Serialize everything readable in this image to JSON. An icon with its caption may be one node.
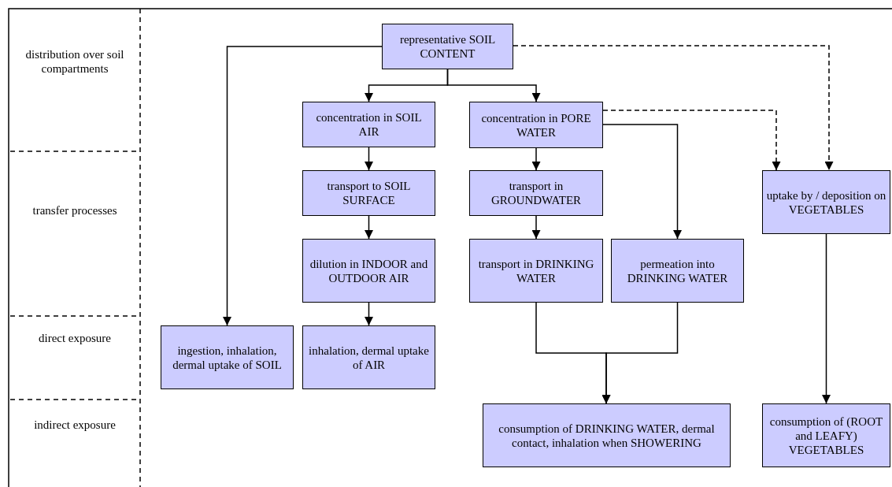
{
  "diagram": {
    "nodes": [
      {
        "text": [
          "representative SOIL CONTENT"
        ]
      },
      {
        "text": [
          "concentration in SOIL AIR"
        ]
      },
      {
        "text": [
          "concentration in PORE WATER"
        ]
      },
      {
        "text": [
          "transport to SOIL SURFACE"
        ]
      },
      {
        "text": [
          "transport in GROUNDWATER"
        ]
      },
      {
        "text": [
          "uptake by / deposition on VEGETABLES"
        ]
      },
      {
        "text": [
          "dilution in INDOOR and OUTDOOR AIR"
        ]
      },
      {
        "text": [
          "transport in DRINKING WATER"
        ]
      },
      {
        "text": [
          "permeation into DRINKING WATER"
        ]
      },
      {
        "text": [
          "ingestion, inhalation, dermal uptake of SOIL"
        ]
      },
      {
        "text": [
          "inhalation, dermal uptake of AIR"
        ]
      },
      {
        "text": [
          "consumption of DRINKING WATER, dermal contact, inhalation when SHOWERING"
        ]
      },
      {
        "text": [
          "consumption of (ROOT and LEAFY) VEGETABLES"
        ]
      }
    ],
    "edges": [
      {
        "from": 0,
        "to": 9,
        "arrow": "to"
      },
      {
        "from": 0,
        "to": 1,
        "arrow": "to"
      },
      {
        "from": 0,
        "to": 2,
        "arrow": "to"
      },
      {
        "from": 0,
        "to": 5,
        "arrow": "to",
        "style": "dashed"
      },
      {
        "from": 2,
        "to": 5,
        "arrow": "to",
        "style": "dashed"
      },
      {
        "from": 2,
        "to": 8,
        "arrow": "to"
      },
      {
        "from": 1,
        "to": 3,
        "arrow": "to"
      },
      {
        "from": 3,
        "to": 6,
        "arrow": "to"
      },
      {
        "from": 6,
        "to": 10,
        "arrow": "to"
      },
      {
        "from": 2,
        "to": 4,
        "arrow": "to"
      },
      {
        "from": 4,
        "to": 7,
        "arrow": "to"
      },
      {
        "from": 7,
        "to": 11,
        "arrow": "to"
      },
      {
        "from": 8,
        "to": 11,
        "arrow": "to"
      },
      {
        "from": 5,
        "to": 12,
        "arrow": "to"
      }
    ],
    "labels": [
      "distribution over soil compartments",
      "transfer processes",
      "direct exposure",
      "indirect exposure"
    ]
  }
}
